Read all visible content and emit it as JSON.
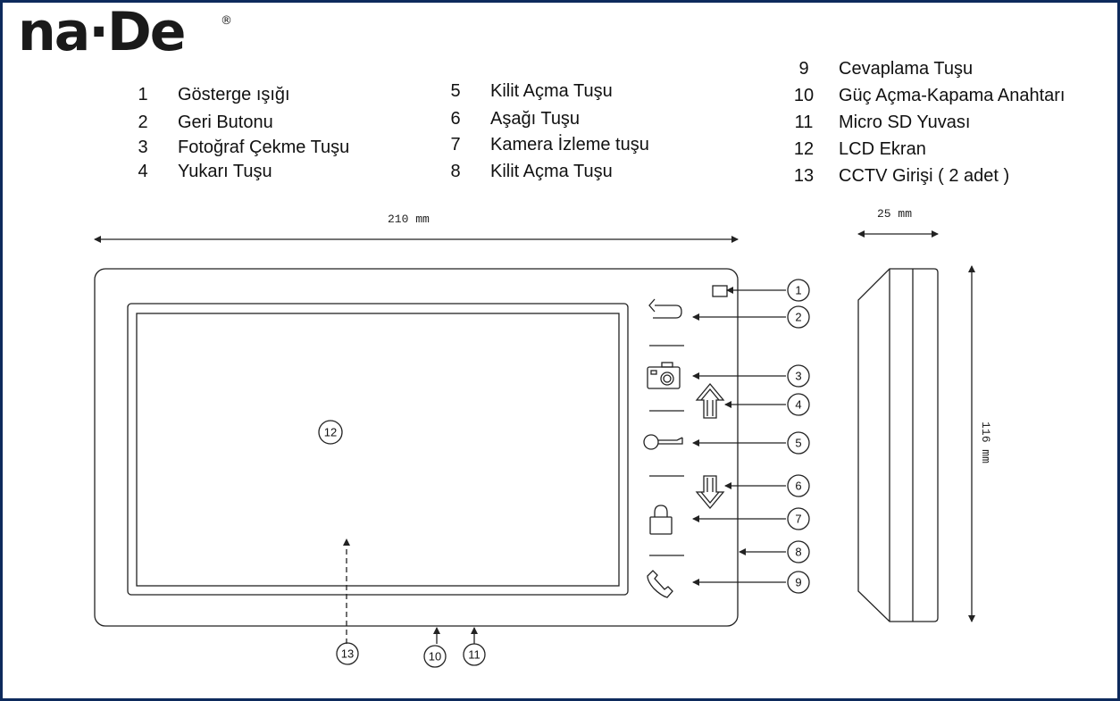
{
  "brand": {
    "name": "na·De",
    "reg_mark": "®"
  },
  "legend": [
    {
      "num": "1",
      "label": "Gösterge ışığı"
    },
    {
      "num": "2",
      "label": "Geri Butonu"
    },
    {
      "num": "3",
      "label": "Fotoğraf Çekme Tuşu"
    },
    {
      "num": "4",
      "label": "Yukarı Tuşu"
    },
    {
      "num": "5",
      "label": "Kilit Açma Tuşu"
    },
    {
      "num": "6",
      "label": "Aşağı Tuşu"
    },
    {
      "num": "7",
      "label": "Kamera İzleme tuşu"
    },
    {
      "num": "8",
      "label": "Kilit Açma Tuşu"
    },
    {
      "num": "9",
      "label": "Cevaplama Tuşu"
    },
    {
      "num": "10",
      "label": "Güç Açma-Kapama Anahtarı"
    },
    {
      "num": "11",
      "label": "Micro SD Yuvası"
    },
    {
      "num": "12",
      "label": "LCD Ekran"
    },
    {
      "num": "13",
      "label": "CCTV Girişi ( 2 adet )"
    }
  ],
  "dimensions": {
    "width": "210 mm",
    "depth": "25 mm",
    "height": "116 mm"
  },
  "callouts": [
    "1",
    "2",
    "3",
    "4",
    "5",
    "6",
    "7",
    "8",
    "9",
    "10",
    "11",
    "12",
    "13"
  ],
  "colors": {
    "frame": "#0d2a5c",
    "line": "#222222"
  }
}
